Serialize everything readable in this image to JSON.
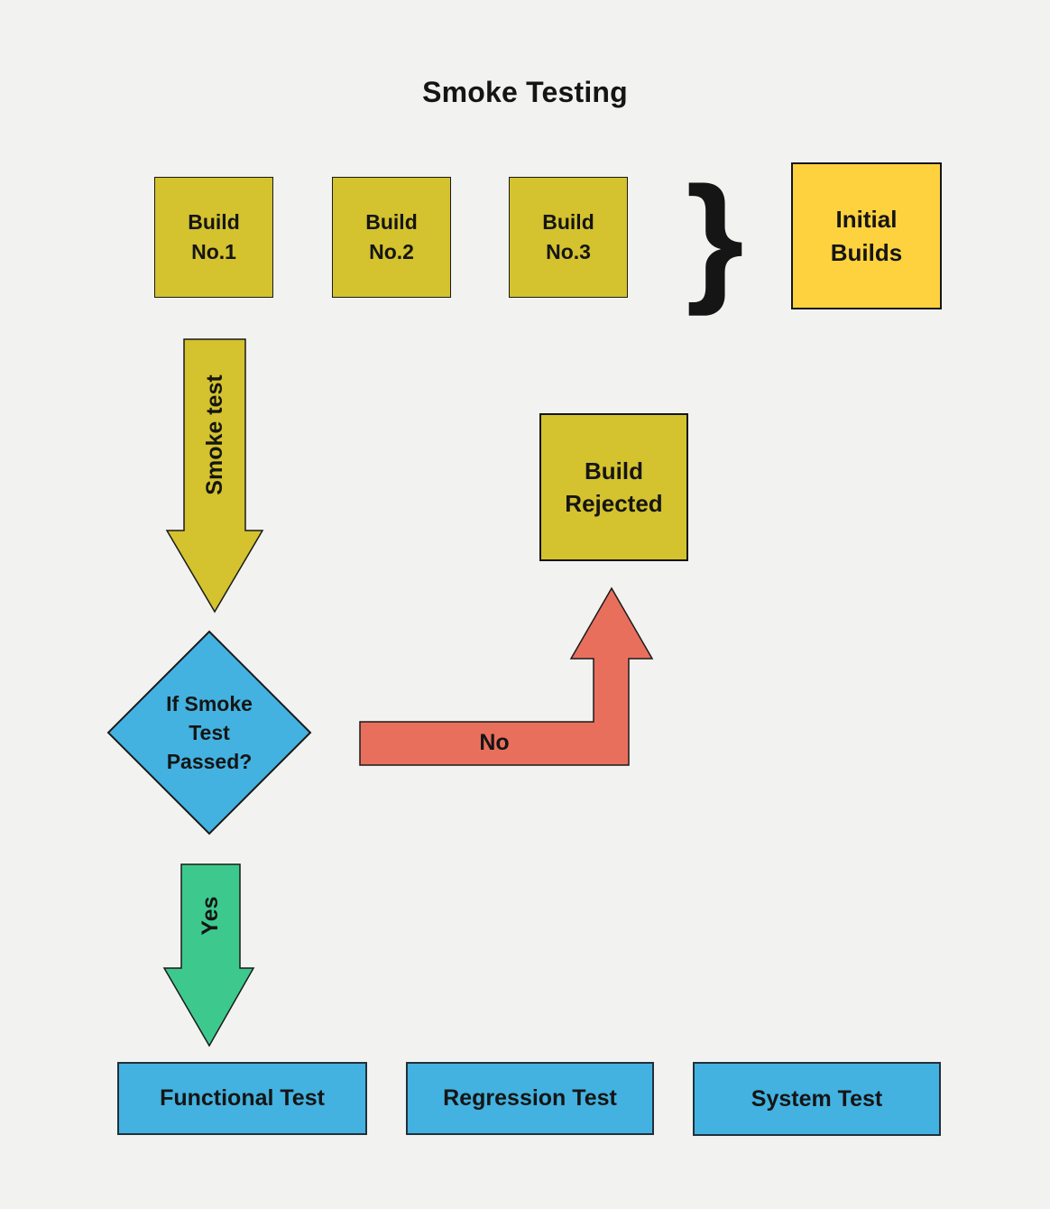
{
  "title": "Smoke Testing",
  "colors": {
    "background": "#f2f2f0",
    "olive_yellow": "#d4c22e",
    "bright_yellow": "#fdd23e",
    "blue": "#43b2e0",
    "red": "#e96f5d",
    "green": "#3dc98d",
    "stroke": "#1a1a1a",
    "text": "#151515"
  },
  "nodes": {
    "build1": "Build\nNo.1",
    "build2": "Build\nNo.2",
    "build3": "Build\nNo.3",
    "initial_builds": "Initial\nBuilds",
    "build_rejected": "Build\nRejected",
    "decision": "If Smoke\nTest\nPassed?",
    "functional_test": "Functional Test",
    "regression_test": "Regression Test",
    "system_test": "System Test"
  },
  "arrows": {
    "smoke_test_label": "Smoke test",
    "no_label": "No",
    "yes_label": "Yes"
  },
  "brace_glyph": "}"
}
